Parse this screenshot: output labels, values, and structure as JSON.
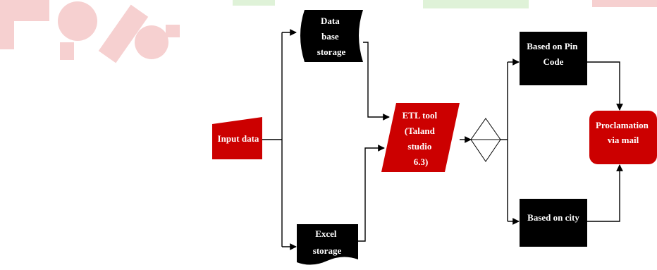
{
  "colors": {
    "red": "#cc0000",
    "black": "#000000",
    "text_on_dark": "#ffffff",
    "watermark_red": "#f6d0d0",
    "watermark_green": "#dff2d8"
  },
  "nodes": {
    "input": {
      "label": "Input data",
      "shape": "manual-input",
      "fill": "red"
    },
    "database": {
      "lines": [
        "Data",
        "base",
        "storage"
      ],
      "shape": "stored-data",
      "fill": "black"
    },
    "excel": {
      "lines": [
        "Excel",
        "storage"
      ],
      "shape": "document",
      "fill": "black"
    },
    "etl": {
      "lines": [
        "ETL tool",
        "(Taland",
        "studio",
        "6.3)"
      ],
      "shape": "parallelogram",
      "fill": "red"
    },
    "decision": {
      "label": "",
      "shape": "diamond",
      "fill": "none"
    },
    "pin": {
      "lines": [
        "Based on Pin",
        "Code"
      ],
      "shape": "rectangle",
      "fill": "black"
    },
    "city": {
      "label": "Based on city",
      "shape": "rectangle",
      "fill": "black"
    },
    "proclamation": {
      "lines": [
        "Proclamation",
        "via mail"
      ],
      "shape": "rounded-rectangle",
      "fill": "red"
    }
  }
}
